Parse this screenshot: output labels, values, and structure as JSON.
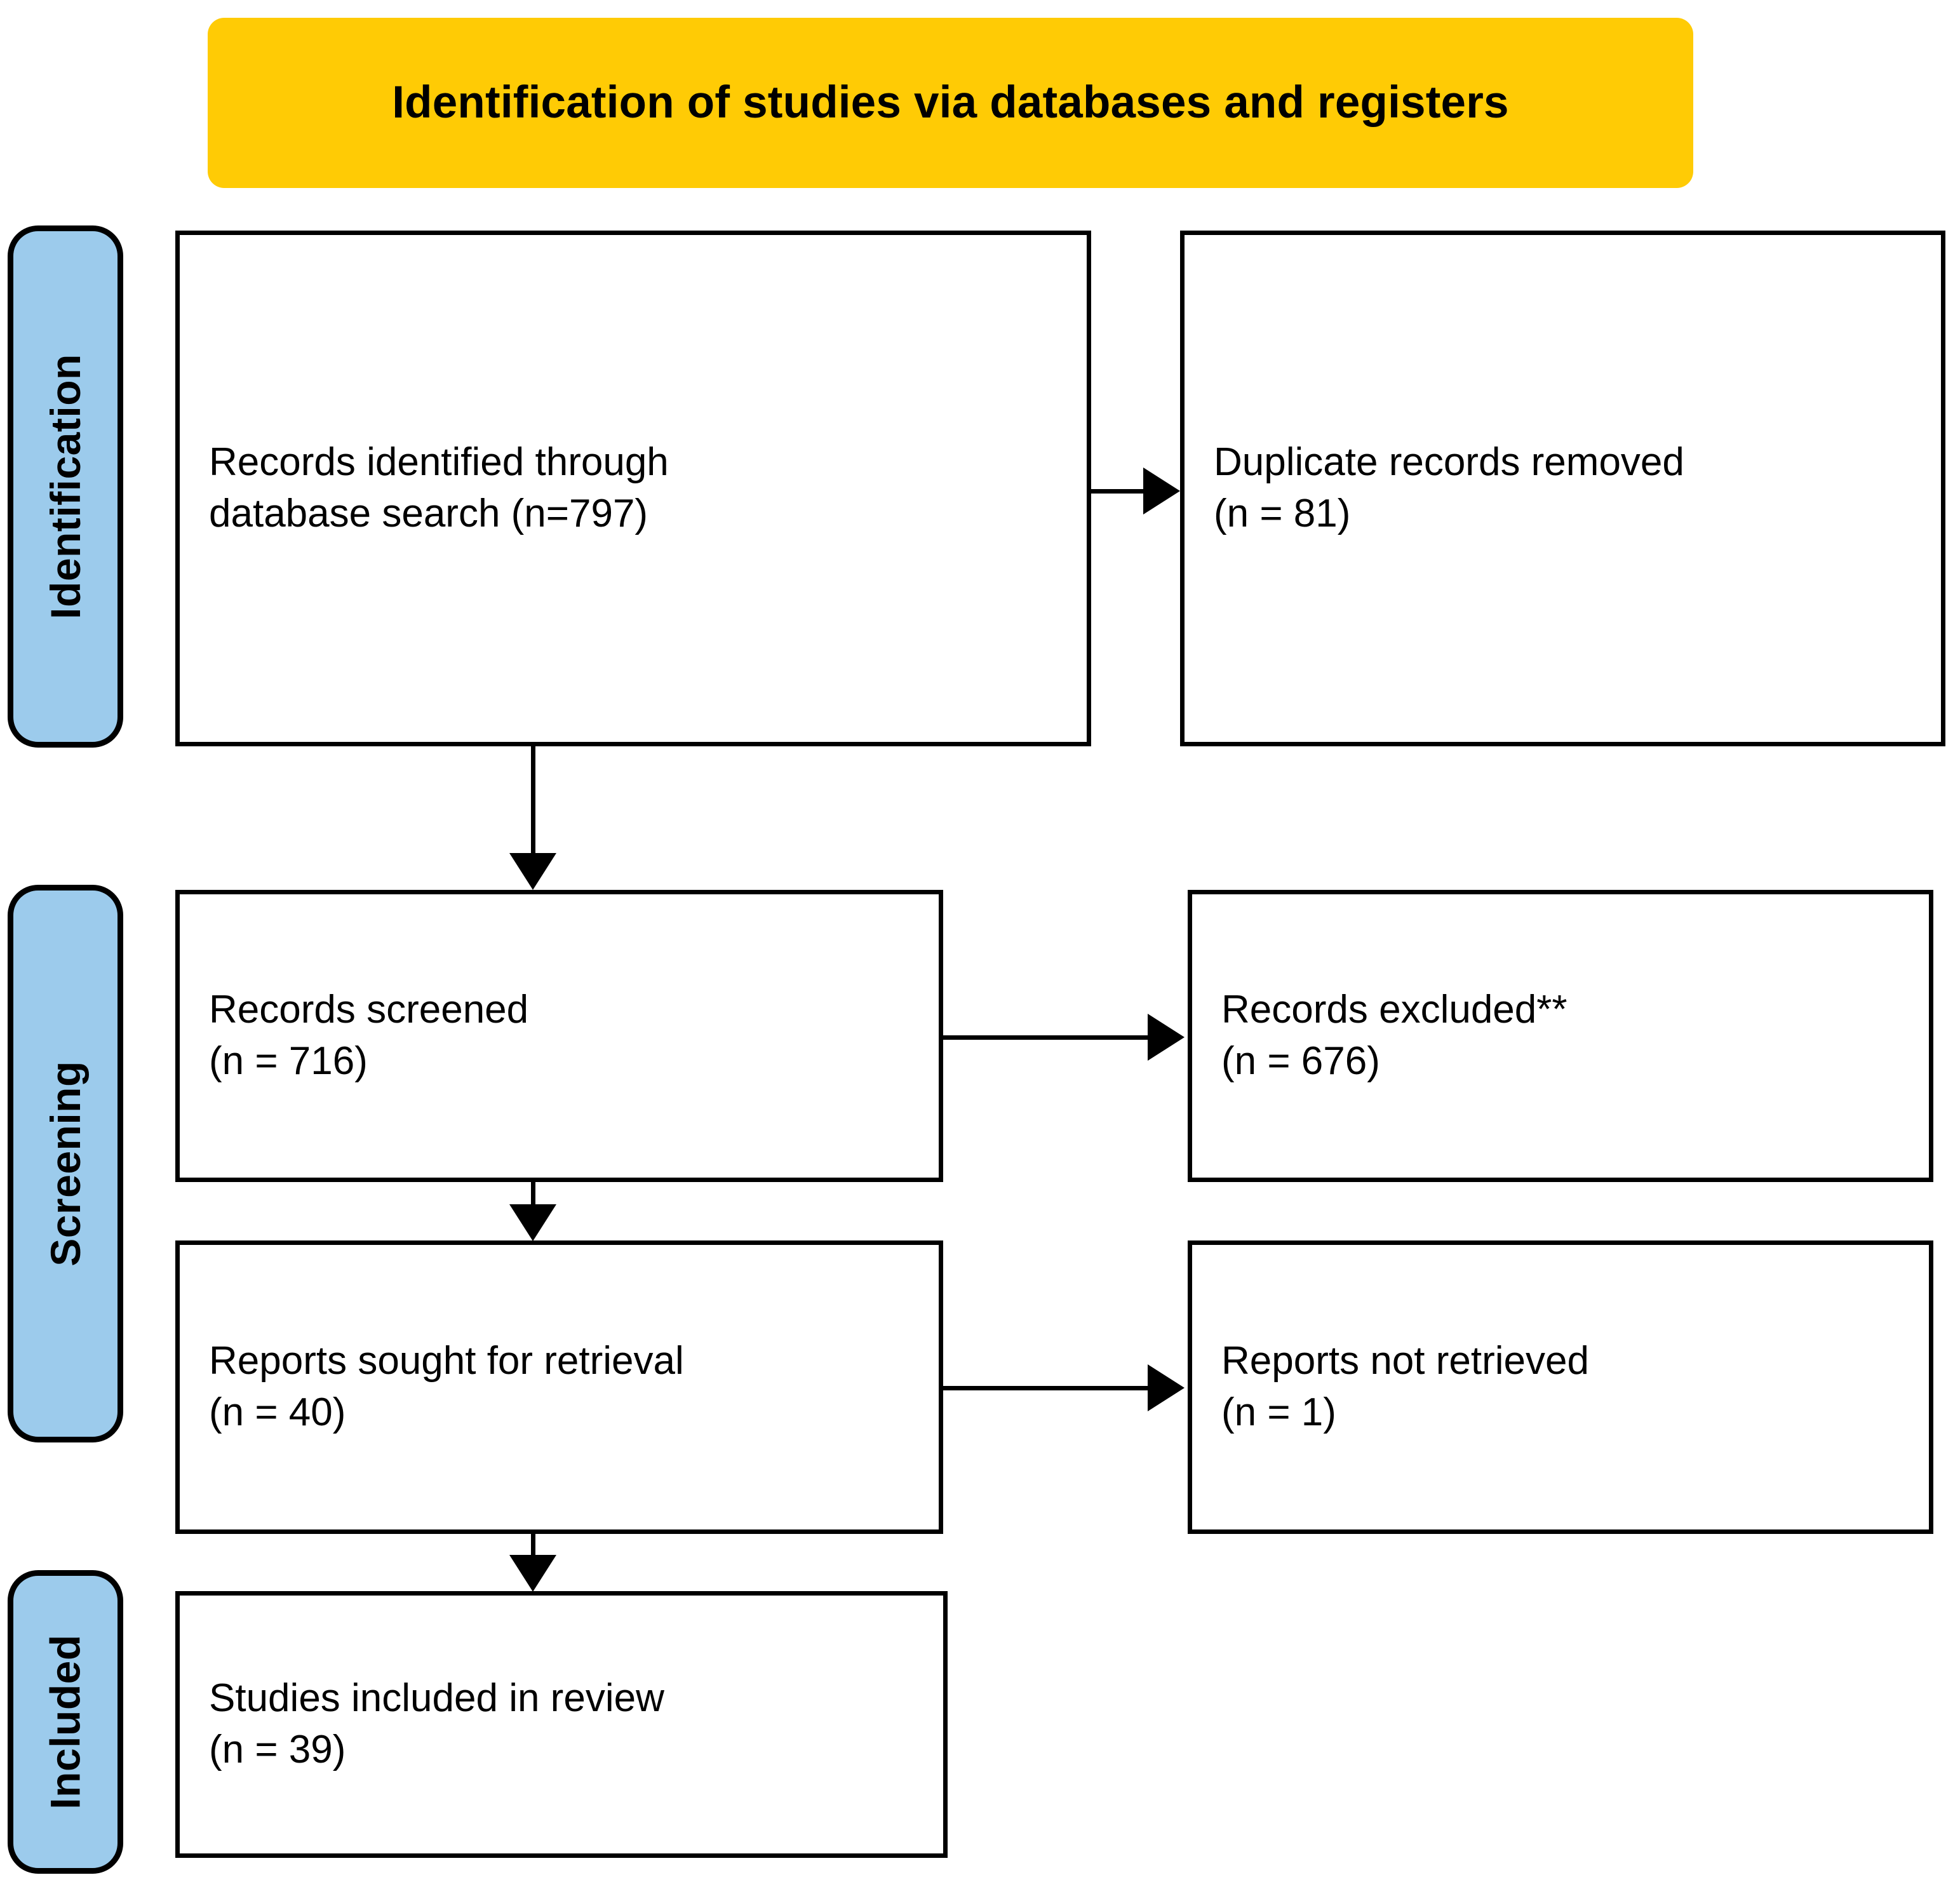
{
  "banner": {
    "title": "Identification of studies via databases and registers",
    "color": "#FFCB05"
  },
  "stages": [
    {
      "id": "identification",
      "label": "Identification",
      "color": "#9CCBEC"
    },
    {
      "id": "screening",
      "label": "Screening",
      "color": "#9CCBEC"
    },
    {
      "id": "included",
      "label": "Included",
      "color": "#9CCBEC"
    }
  ],
  "boxes": {
    "identified": {
      "line1": "Records identified through",
      "line2": "database search (n=797)",
      "count": 797
    },
    "duplicates": {
      "line1": "Duplicate records removed",
      "line2": "(n = 81)",
      "count": 81
    },
    "screened": {
      "line1": "Records screened",
      "line2": "(n = 716)",
      "count": 716
    },
    "excluded": {
      "line1": "Records excluded**",
      "line2": "(n = 676)",
      "count": 676
    },
    "sought": {
      "line1": "Reports sought for retrieval",
      "line2": "(n = 40)",
      "count": 40
    },
    "not_retrieved": {
      "line1": "Reports not retrieved",
      "line2": "(n = 1)",
      "count": 1
    },
    "included": {
      "line1": "Studies included in review",
      "line2": "(n = 39)",
      "count": 39
    }
  },
  "chart_data": {
    "type": "diagram",
    "title": "Identification of studies via databases and registers",
    "flow": [
      {
        "stage": "Identification",
        "node": "Records identified through database search",
        "n": 797
      },
      {
        "stage": "Identification",
        "node": "Duplicate records removed",
        "n": 81
      },
      {
        "stage": "Screening",
        "node": "Records screened",
        "n": 716
      },
      {
        "stage": "Screening",
        "node": "Records excluded**",
        "n": 676
      },
      {
        "stage": "Screening",
        "node": "Reports sought for retrieval",
        "n": 40
      },
      {
        "stage": "Screening",
        "node": "Reports not retrieved",
        "n": 1
      },
      {
        "stage": "Included",
        "node": "Studies included in review",
        "n": 39
      }
    ],
    "edges": [
      {
        "from": "Records identified through database search",
        "to": "Duplicate records removed",
        "direction": "right"
      },
      {
        "from": "Records identified through database search",
        "to": "Records screened",
        "direction": "down"
      },
      {
        "from": "Records screened",
        "to": "Records excluded**",
        "direction": "right"
      },
      {
        "from": "Records screened",
        "to": "Reports sought for retrieval",
        "direction": "down"
      },
      {
        "from": "Reports sought for retrieval",
        "to": "Reports not retrieved",
        "direction": "right"
      },
      {
        "from": "Reports sought for retrieval",
        "to": "Studies included in review",
        "direction": "down"
      }
    ]
  }
}
